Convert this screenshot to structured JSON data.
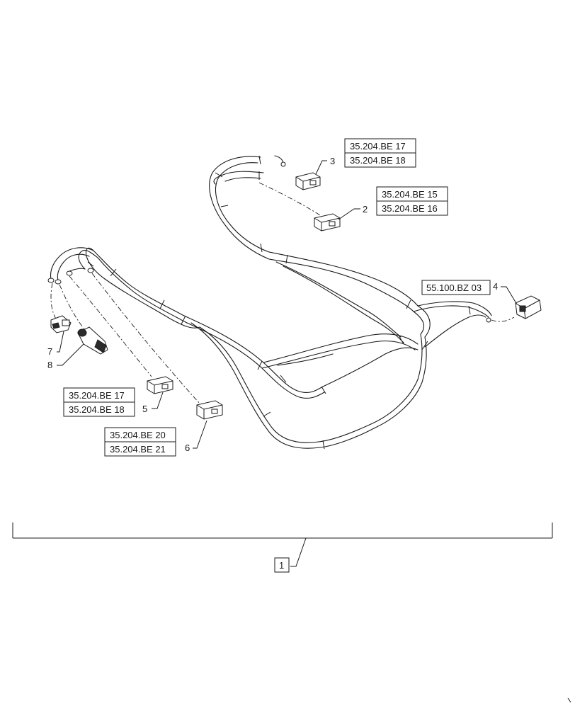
{
  "callouts": {
    "c1": "1",
    "c2": "2",
    "c3": "3",
    "c4": "4",
    "c5": "5",
    "c6": "6",
    "c7": "7",
    "c8": "8"
  },
  "references": {
    "part3_a": "35.204.BE 17",
    "part3_b": "35.204.BE 18",
    "part2_a": "35.204.BE 15",
    "part2_b": "35.204.BE 16",
    "part4": "55.100.BZ 03",
    "part5_a": "35.204.BE 17",
    "part5_b": "35.204.BE 18",
    "part6_a": "35.204.BE 20",
    "part6_b": "35.204.BE 21"
  }
}
